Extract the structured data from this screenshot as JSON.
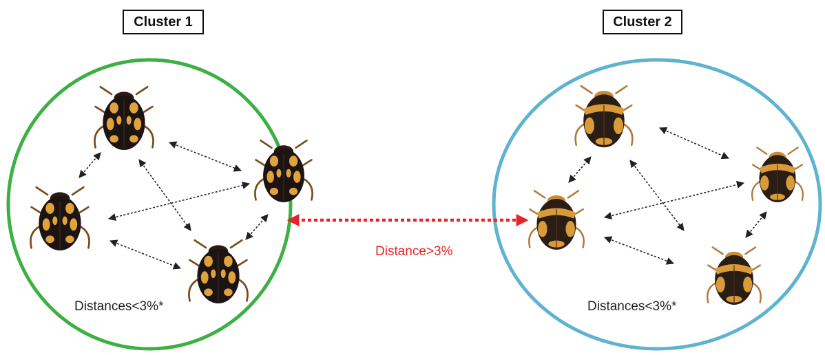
{
  "clusters": [
    {
      "label": "Cluster 1",
      "distance_note": "Distances<3%*",
      "ring_color": "#3cb043",
      "beetle_style": "dark"
    },
    {
      "label": "Cluster 2",
      "distance_note": "Distances<3%*",
      "ring_color": "#5fb3d0",
      "beetle_style": "light"
    }
  ],
  "inter_cluster": {
    "label": "Distance>3%",
    "color": "#e8242a"
  },
  "colors": {
    "arrow": "#222222",
    "beetle_dark_body": "#1c1412",
    "beetle_dark_spots": "#e0a23c",
    "beetle_light_body": "#2a1d14",
    "beetle_light_spots": "#d99a3a"
  }
}
